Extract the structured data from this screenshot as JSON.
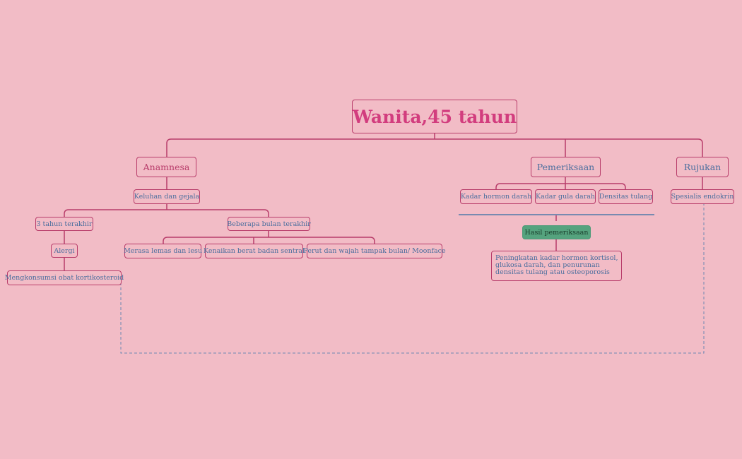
{
  "root": "Wanita,45 tahun",
  "anamnesa": {
    "label": "Anamnesa",
    "keluhan": "Keluhan dan gejala",
    "tiga_tahun": "3 tahun terakhir",
    "alergi": "Alergi",
    "obat": "Mengkonsumsi obat kortikosteroid",
    "beberapa_bulan": "Beberapa bulan terakhir",
    "gejala": [
      "Merasa lemas dan lesu",
      "Kenaikan berat badan sentral",
      "Perut dan wajah tampak bulan/ Moonface"
    ]
  },
  "pemeriksaan": {
    "label": "Pemeriksaan",
    "items": [
      "Kadar hormon darah",
      "Kadar gula darah",
      "Densitas tulang"
    ],
    "hasil_label": "Hasil pemeriksaan",
    "hasil_text": "Peningkatan kadar hormon kortisol, glukosa darah, dan penurunan densitas tulang atau osteoporosis"
  },
  "rujukan": {
    "label": "Rujukan",
    "item": "Spesialis endokrin"
  },
  "colors": {
    "background": "#f2bcc6",
    "connector": "#b83c6a",
    "title": "#d23d7e",
    "text": "#4a6e9e",
    "summary_line": "#4f7aa8",
    "result_fill": "#55a37e"
  }
}
